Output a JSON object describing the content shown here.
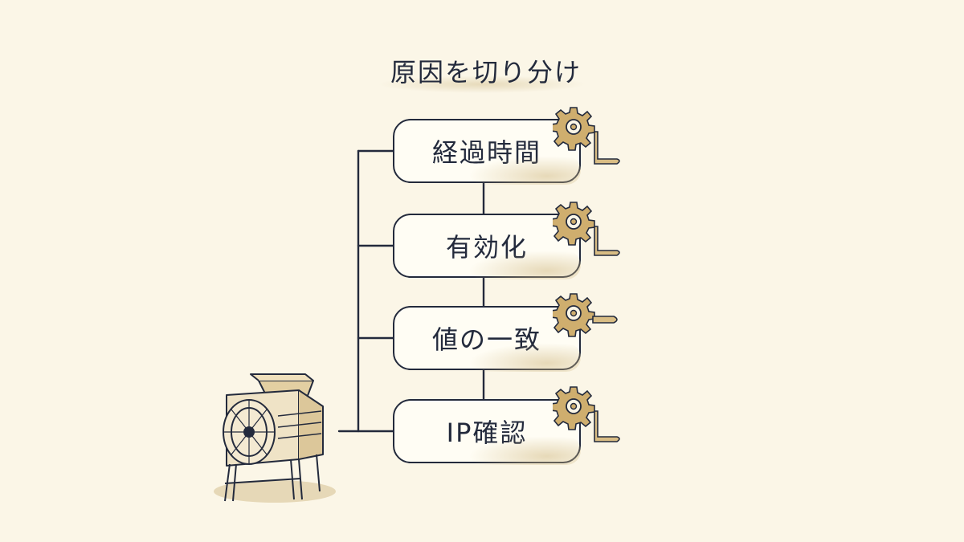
{
  "diagram": {
    "title": "原因を切り分け",
    "items": [
      {
        "label": "経過時間",
        "icon": "gear-crank-icon"
      },
      {
        "label": "有効化",
        "icon": "gear-crank-icon"
      },
      {
        "label": "値の一致",
        "icon": "gear-crank-icon"
      },
      {
        "label": "IP確認",
        "icon": "gear-crank-icon"
      }
    ],
    "source_icon": "winnowing-machine-icon"
  },
  "colors": {
    "background": "#fbf6e7",
    "ink": "#232a3c",
    "gear": "#cfae6e",
    "wash": "#d6c496"
  }
}
